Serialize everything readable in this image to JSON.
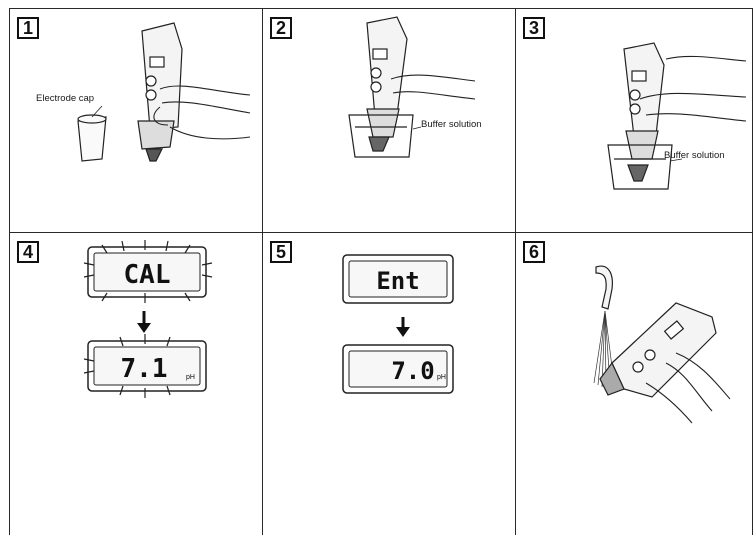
{
  "steps": [
    {
      "number": "1",
      "label": "Electrode cap"
    },
    {
      "number": "2",
      "label": "Buffer solution"
    },
    {
      "number": "3",
      "label": "Buffer solution"
    },
    {
      "number": "4",
      "display_top": "CAL",
      "display_bottom": "7.1",
      "unit": "pH"
    },
    {
      "number": "5",
      "display_top": "Ent",
      "display_bottom": "7.0",
      "unit": "pH"
    },
    {
      "number": "6"
    }
  ]
}
